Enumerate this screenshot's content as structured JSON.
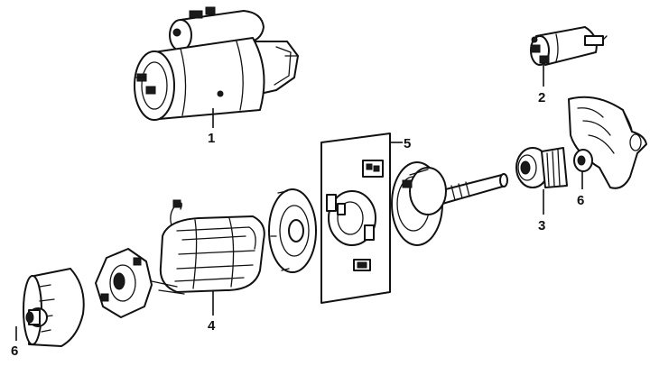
{
  "callouts": {
    "c1": "1",
    "c2": "2",
    "c3": "3",
    "c4": "4",
    "c5": "5",
    "c6a": "6",
    "c6b": "6"
  },
  "colors": {
    "ink": "#111111",
    "paper": "#ffffff"
  }
}
